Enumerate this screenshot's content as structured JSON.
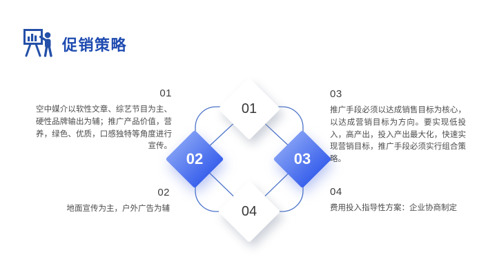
{
  "header": {
    "title": "促销策略"
  },
  "blocks": {
    "b1": {
      "num": "01",
      "text": "空中媒介以软性文章、综艺节目为主、硬性品牌输出为辅；推广产品价值，营养，绿色、优质，口感独特等角度进行宣传。"
    },
    "b2": {
      "num": "02",
      "text": "地面宣传为主，户外广告为辅"
    },
    "b3": {
      "num": "03",
      "text": "推广手段必须以达成销售目标为核心，以达成营销目标为方向。要实现低投入，高产出，投入产出最大化，快速实现营销目标，推广手段必须实行组合策略。"
    },
    "b4": {
      "num": "04",
      "text": "费用投入指导性方案：企业协商制定"
    }
  },
  "diagram": {
    "nodes": {
      "n1": "01",
      "n2": "02",
      "n3": "03",
      "n4": "04"
    }
  },
  "colors": {
    "title_color": "#1E4BB0",
    "icon_color": "#2450A8",
    "line_color": "#4A72C8",
    "node_grad_start": "#7E9BF4",
    "node_grad_end": "#3A61EC",
    "body_text": "#4C4C4C",
    "num_text": "#3E3E3E",
    "node_text_dark": "#383838"
  }
}
